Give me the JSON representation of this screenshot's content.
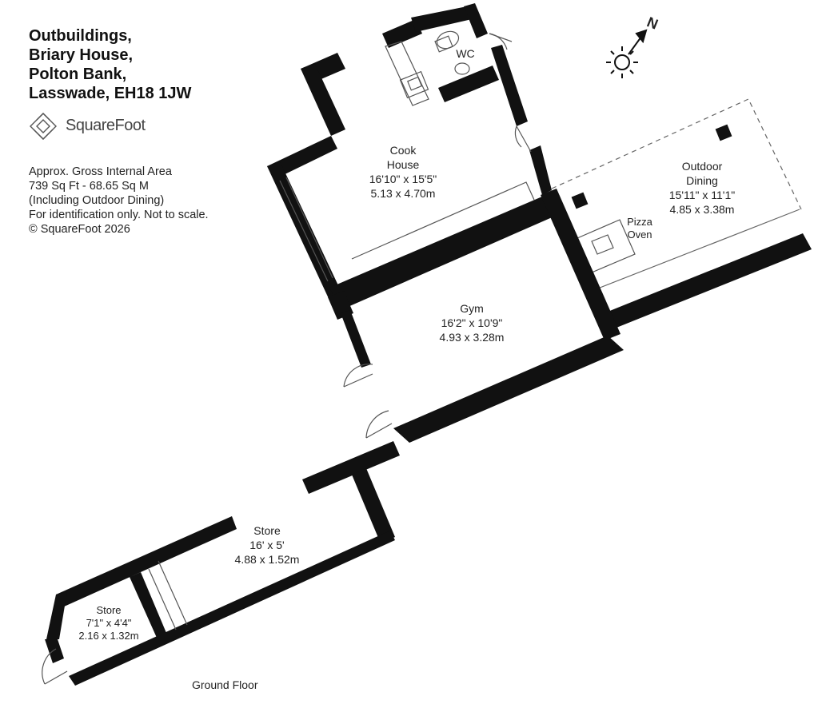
{
  "address": {
    "line1": "Outbuildings,",
    "line2": "Briary House,",
    "line3": "Polton Bank,",
    "line4": "Lasswade, EH18 1JW"
  },
  "brand": {
    "name": "SquareFoot"
  },
  "info": {
    "line1": "Approx. Gross Internal Area",
    "line2": "739 Sq Ft  -  68.65 Sq M",
    "line3": "(Including Outdoor Dining)",
    "line4": "For identification only. Not to scale.",
    "line5": "© SquareFoot 2026"
  },
  "compass": {
    "label": "N",
    "icon": "compass-icon"
  },
  "rooms": {
    "wc": {
      "name": "WC"
    },
    "cook_house": {
      "name1": "Cook",
      "name2": "House",
      "imperial": "16'10\" x 15'5\"",
      "metric": "5.13 x 4.70m"
    },
    "outdoor_dining": {
      "name1": "Outdoor",
      "name2": "Dining",
      "imperial": "15'11\" x 11'1\"",
      "metric": "4.85 x 3.38m"
    },
    "pizza_oven": {
      "name1": "Pizza",
      "name2": "Oven"
    },
    "gym": {
      "name": "Gym",
      "imperial": "16'2\" x 10'9\"",
      "metric": "4.93 x 3.28m"
    },
    "store_large": {
      "name": "Store",
      "imperial": "16' x 5'",
      "metric": "4.88 x 1.52m"
    },
    "store_small": {
      "name": "Store",
      "imperial": "7'1\" x 4'4\"",
      "metric": "2.16 x 1.32m"
    }
  },
  "floor": {
    "label": "Ground Floor"
  },
  "colors": {
    "wall": "#111111",
    "line": "#555555",
    "text": "#222222"
  }
}
